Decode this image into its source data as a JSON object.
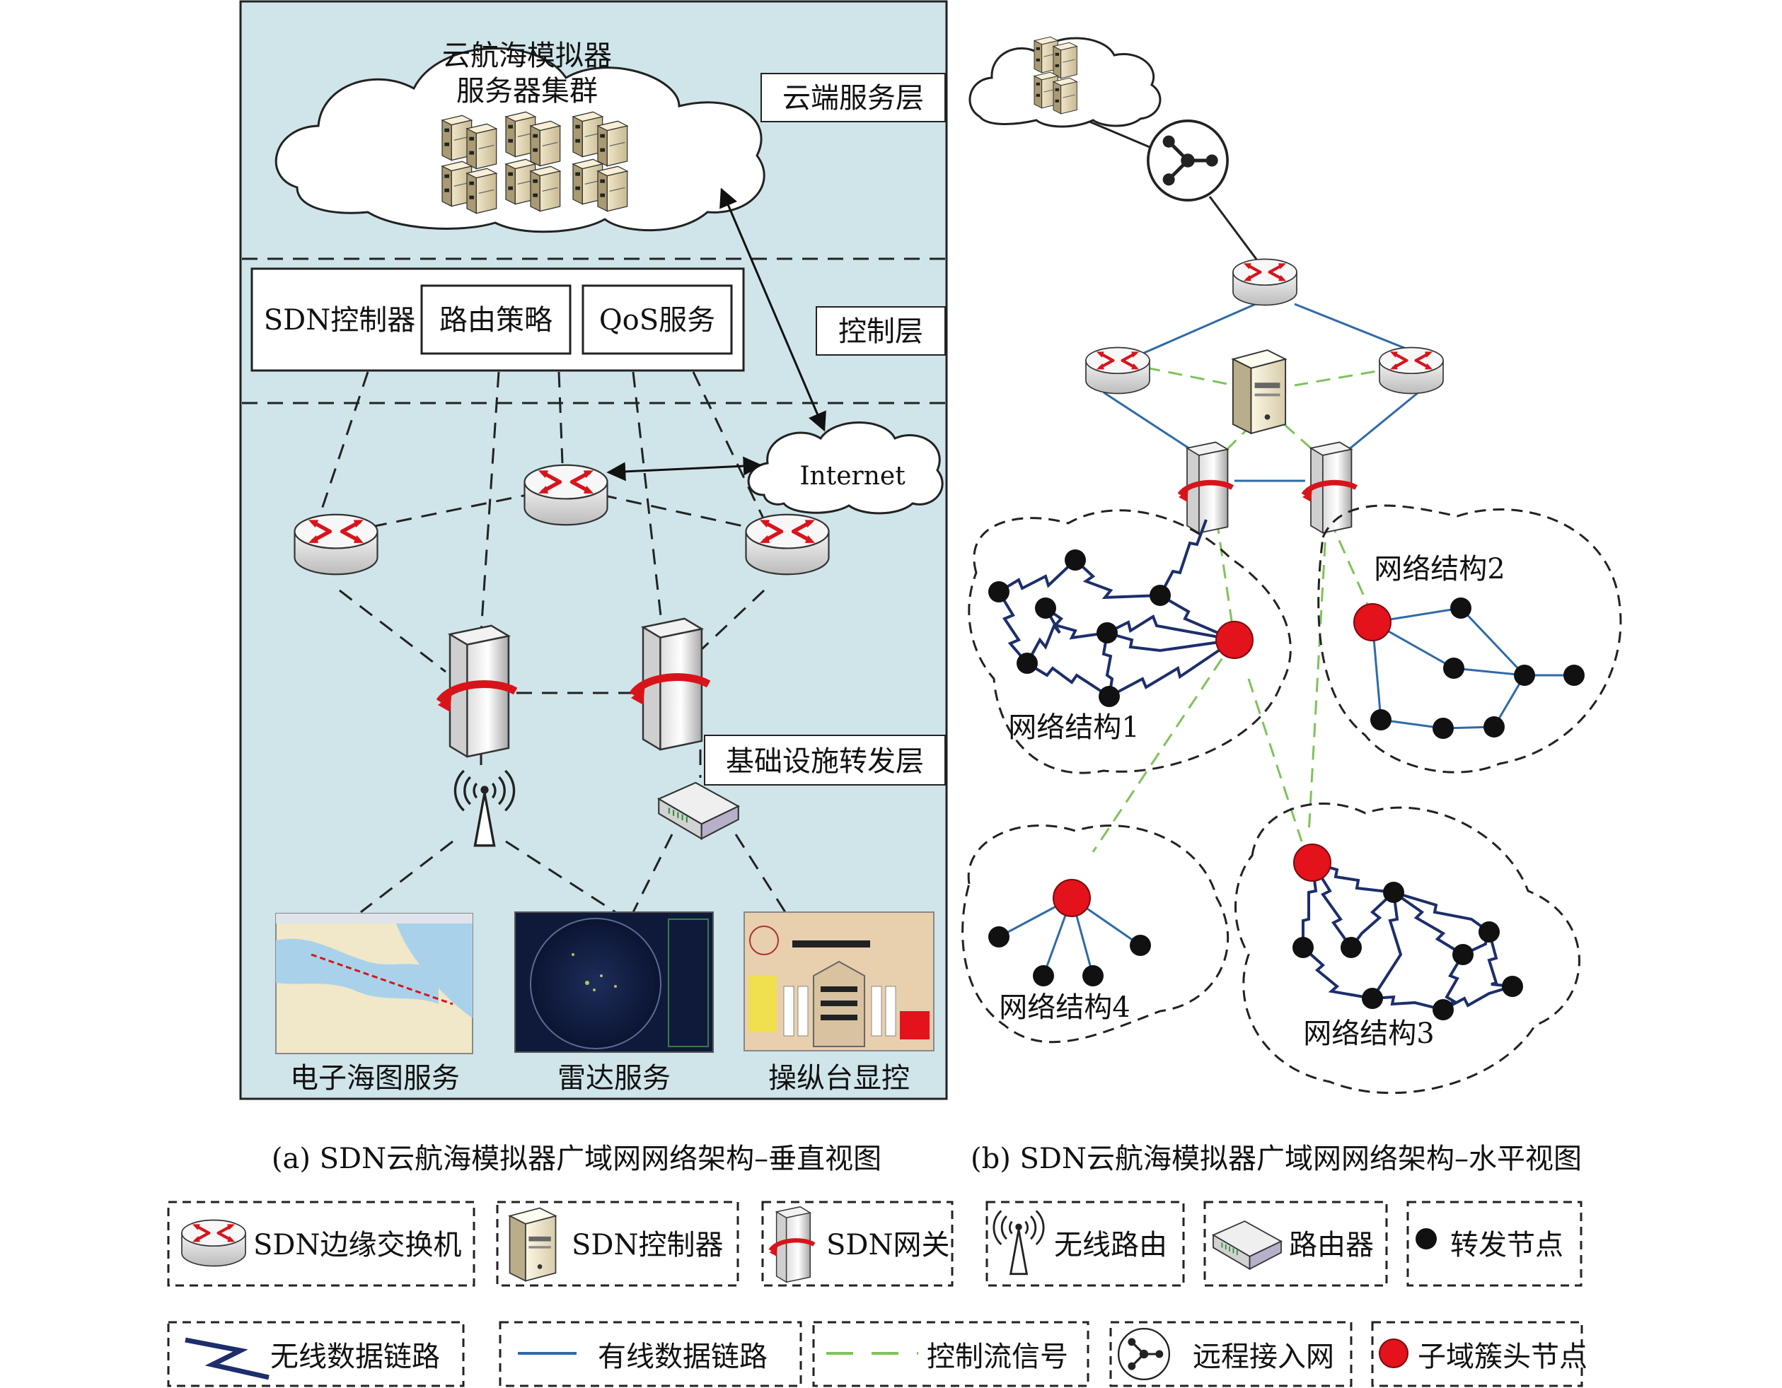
{
  "vertical": {
    "cloud_title_line1": "云航海模拟器",
    "cloud_title_line2": "服务器集群",
    "layer_cloud": "云端服务层",
    "layer_control": "控制层",
    "layer_forward": "基础设施转发层",
    "controller_label": "SDN控制器",
    "routing_policy": "路由策略",
    "qos_service": "QoS服务",
    "internet": "Internet",
    "service_chart": "电子海图服务",
    "service_radar": "雷达服务",
    "service_console": "操纵台显控",
    "caption": "(a) SDN云航海模拟器广域网网络架构–垂直视图"
  },
  "horizontal": {
    "net1": "网络结构1",
    "net2": "网络结构2",
    "net3": "网络结构3",
    "net4": "网络结构4",
    "caption": "(b) SDN云航海模拟器广域网网络架构–水平视图"
  },
  "legend": {
    "edge_switch": "SDN边缘交换机",
    "controller": "SDN控制器",
    "gateway": "SDN网关",
    "wireless_router": "无线路由",
    "router": "路由器",
    "forward_node": "转发节点",
    "wireless_link": "无线数据链路",
    "wired_link": "有线数据链路",
    "control_signal": "控制流信号",
    "remote_access": "远程接入网",
    "cluster_head": "子域簇头节点"
  },
  "colors": {
    "panel_bg": "#cfe5ea",
    "wired": "#2e6aa8",
    "control": "#7ec35a",
    "wireless": "#1c2e6b",
    "head": "#e3121b",
    "arrow_red": "#d8141b"
  }
}
